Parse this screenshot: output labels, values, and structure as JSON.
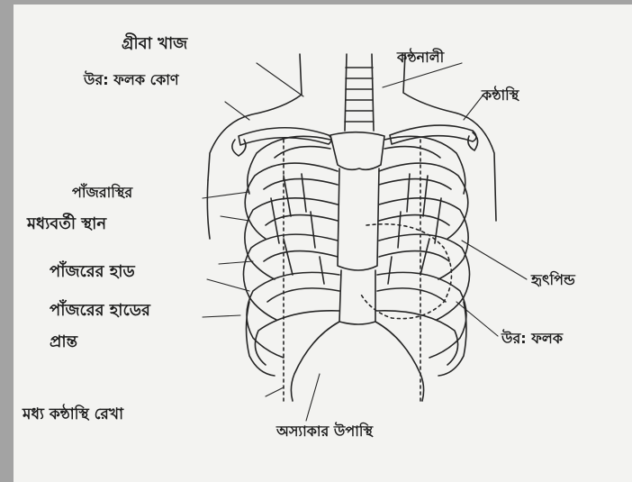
{
  "labels": {
    "griba_khaj": "গ্রীবা খাজ",
    "uro_phalak_kon": "উর: ফলক কোণ",
    "kanthanali": "কন্ঠনালী",
    "kanthasthi_top": "কন্ঠাস্থি",
    "panjorasthir": "পাঁজরাস্থির",
    "madhyabarti_sthan": "মধ্যবর্তী স্থান",
    "panjorer_har": "পাঁজরের হাড",
    "panjorer_harer": "পাঁজরের হাডের",
    "prant": "প্রান্ত",
    "hritpinda": "হৃৎপিন্ড",
    "uro_phalak": "উর: ফলক",
    "madhya_kanthasthi_rekha": "মধ্য কন্ঠাস্থি রেখা",
    "asyakar_upasthi": "অস্যাকার উপাস্থি"
  }
}
